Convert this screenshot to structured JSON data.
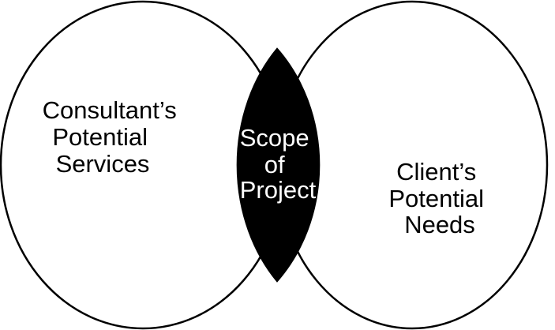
{
  "diagram": {
    "type": "venn",
    "sets": [
      {
        "label_lines": [
          "Consultant’s",
          "Potential",
          "Services"
        ]
      },
      {
        "label_lines": [
          "Client’s",
          "Potential",
          "Needs"
        ]
      }
    ],
    "intersection": {
      "label_lines": [
        "Scope",
        "of",
        "Project"
      ]
    },
    "colors": {
      "background": "#ffffff",
      "outline": "#000000",
      "intersection_fill": "#000000",
      "set_text": "#000000",
      "intersection_text": "#ffffff"
    }
  }
}
